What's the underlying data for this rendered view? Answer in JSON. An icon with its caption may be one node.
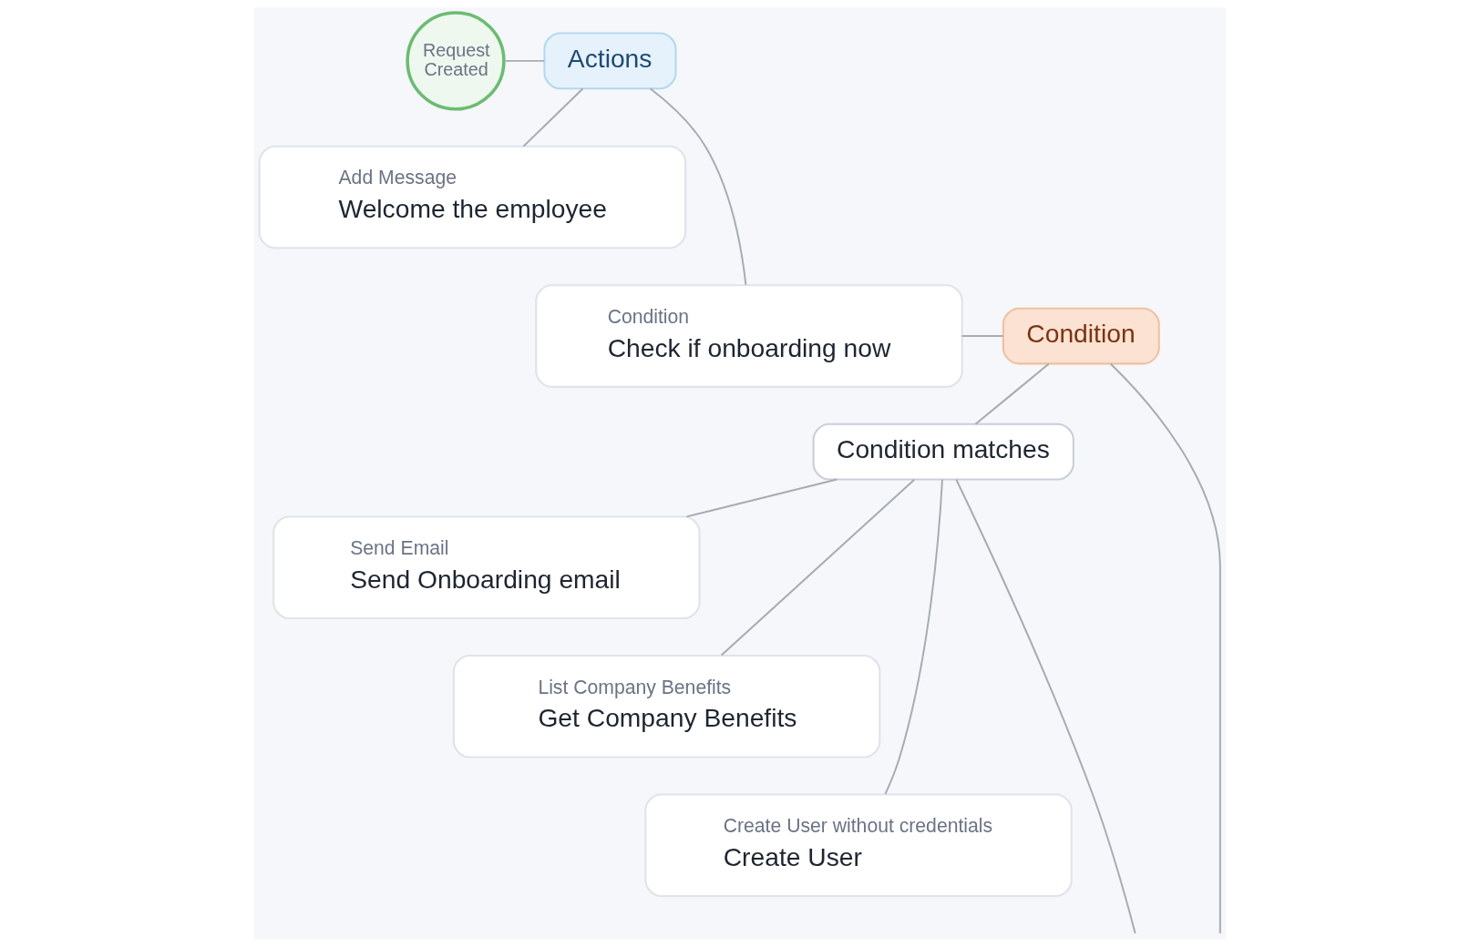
{
  "diagram": {
    "nodes": [
      {
        "text": [
          "Request Created"
        ]
      },
      {
        "text": [
          "Actions"
        ]
      },
      {
        "text": [
          "Add Message",
          "Welcome the employee"
        ]
      },
      {
        "text": [
          "Condition",
          "Check if onboarding now"
        ]
      },
      {
        "text": [
          "Condition"
        ]
      },
      {
        "text": [
          "Condition matches"
        ]
      },
      {
        "text": [
          "Send Email",
          "Send Onboarding email"
        ]
      },
      {
        "text": [
          "List Company Benefits",
          "Get Company Benefits"
        ]
      },
      {
        "text": [
          "Create User without credentials",
          "Create User"
        ]
      }
    ],
    "edges": [
      {
        "from": 0,
        "to": 1,
        "arrow": "none"
      },
      {
        "from": 1,
        "to": 2,
        "arrow": "none"
      },
      {
        "from": 1,
        "to": 3,
        "arrow": "none"
      },
      {
        "from": 3,
        "to": 4,
        "arrow": "none"
      },
      {
        "from": 4,
        "to": 5,
        "arrow": "none"
      },
      {
        "from": 5,
        "to": 6,
        "arrow": "none"
      },
      {
        "from": 5,
        "to": 7,
        "arrow": "none"
      },
      {
        "from": 5,
        "to": 8,
        "arrow": "none"
      },
      {
        "from": 4,
        "to": null,
        "arrow": "none"
      },
      {
        "from": 5,
        "to": null,
        "arrow": "none"
      }
    ]
  }
}
